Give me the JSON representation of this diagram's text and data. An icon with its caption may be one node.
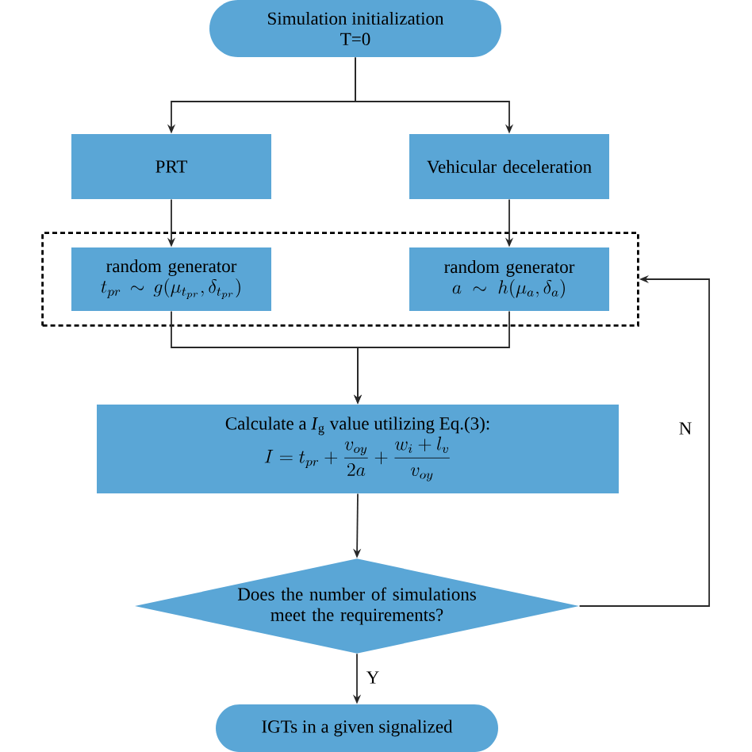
{
  "diagram": {
    "nodes": [
      {
        "text": [
          "Simulation initialization",
          "T=0"
        ]
      },
      {
        "text": [
          "PRT"
        ]
      },
      {
        "text": [
          "Vehicular deceleration"
        ]
      },
      {
        "text": [],
        "shape": "box"
      },
      {
        "text": [
          "random generator",
          "t_{pr}\\sim g(\\mu_{t_{pr}},\\delta_{t_{pr}})"
        ],
        "in": 3
      },
      {
        "text": [
          "random generator",
          "a\\sim h(\\mu_{a},\\delta_{a})"
        ],
        "in": 3
      },
      {
        "text": [
          "Calculate a *I*$_{g}$ value utilizing Eq.(3):",
          "I=t_{pr}+\\frac{v_{oy}}{2a}+\\frac{w_{i}+l_{v}}{v_{oy}}"
        ]
      },
      {
        "text": [
          "Does the number of simulations meet the requirements?"
        ]
      },
      {
        "text": [
          "IGTs in a given signalized"
        ]
      }
    ],
    "edges": [
      {
        "from": 0,
        "to": 1,
        "arrow": "to"
      },
      {
        "from": 0,
        "to": 2,
        "arrow": "to"
      },
      {
        "from": 1,
        "to": 4,
        "arrow": "to"
      },
      {
        "from": 2,
        "to": 5,
        "arrow": "to"
      },
      {
        "from": 4,
        "to": 6,
        "arrow": "to"
      },
      {
        "from": 5,
        "to": 6,
        "arrow": "to"
      },
      {
        "from": 6,
        "to": 7,
        "arrow": "to"
      },
      {
        "from": 7,
        "to": 8,
        "label": "Y",
        "arrow": "to"
      },
      {
        "from": 7,
        "to": 3,
        "label": "N",
        "arrow": "to"
      }
    ]
  }
}
